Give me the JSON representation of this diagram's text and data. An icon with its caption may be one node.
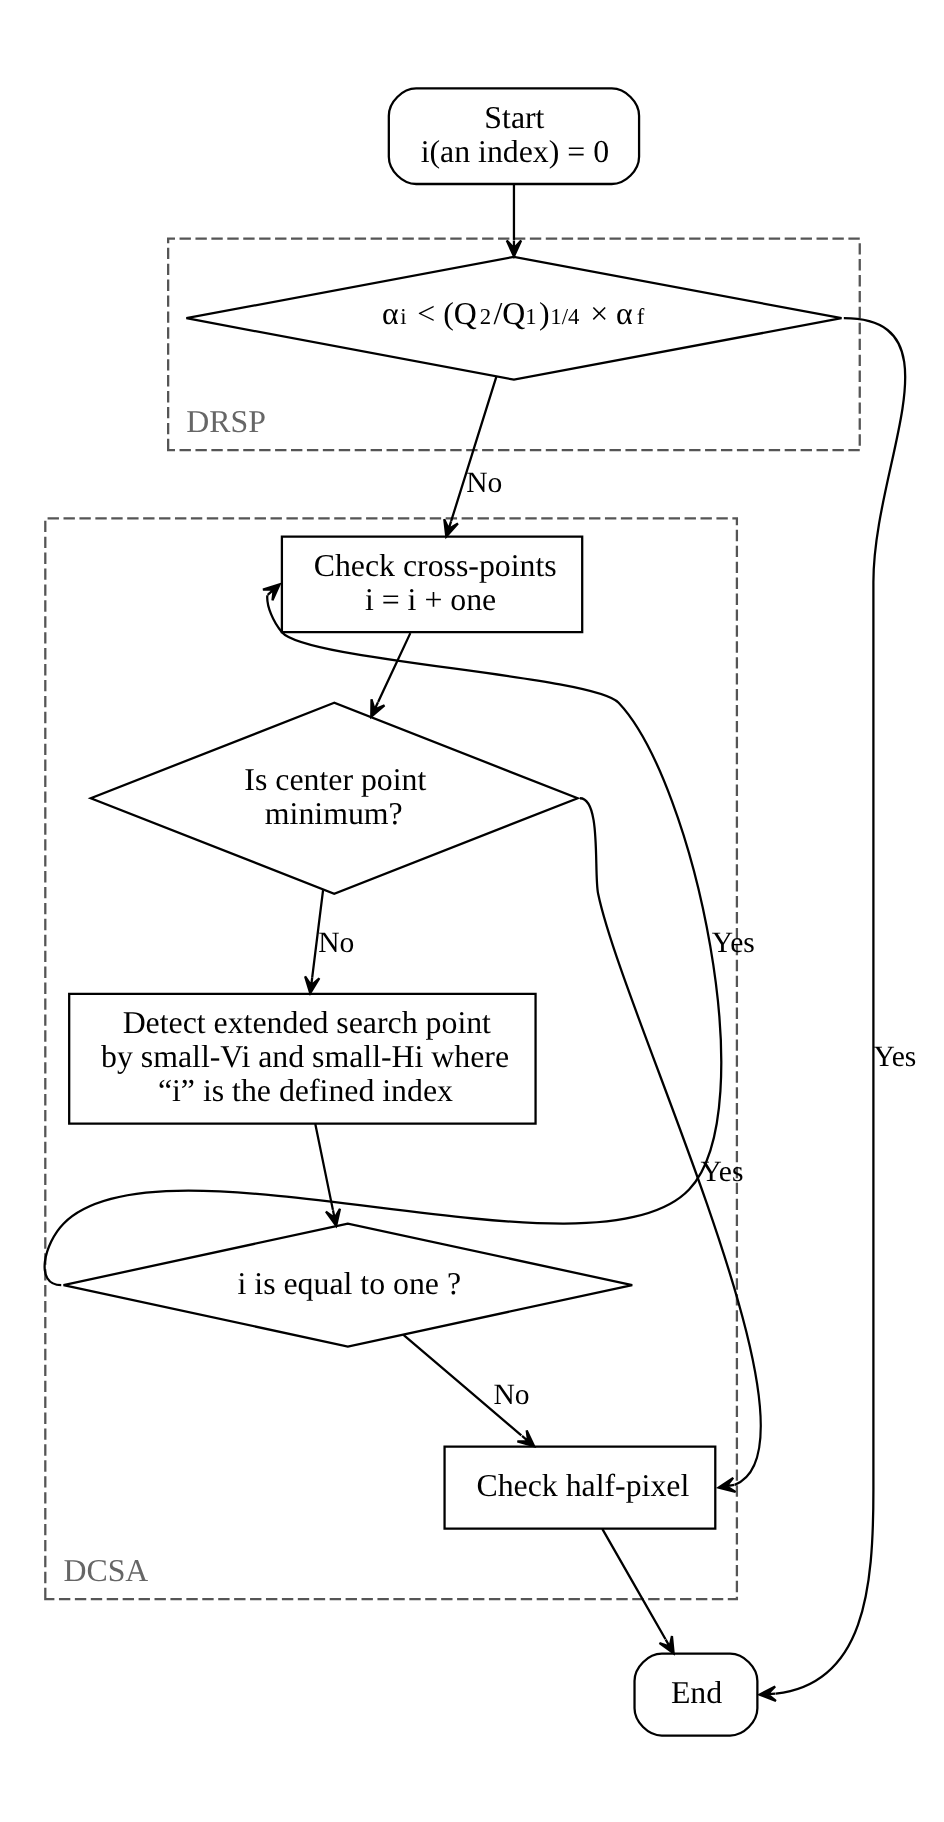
{
  "diagram": {
    "nodes": [
      {
        "text": [
          "Start",
          "i(an index) = 0"
        ]
      },
      {
        "text": [
          "DRSP"
        ]
      },
      {
        "text": [
          "α$_{i}$ < (Q$_{2}$/Q$_{1}$)$^{1/4}$ × α$_{f}$"
        ],
        "in": 1
      },
      {
        "text": [
          "DCSA"
        ]
      },
      {
        "text": [
          "Check cross-points i = i + one"
        ],
        "in": 3
      },
      {
        "text": [
          "Is center point minimum?"
        ],
        "in": 3
      },
      {
        "text": [
          "Detect extended search point by small-Vi and small-Hi where “i” is the defined index"
        ],
        "in": 3
      },
      {
        "text": [
          "i is equal to one ?"
        ],
        "in": 3
      },
      {
        "text": [
          "Check half-pixel"
        ],
        "in": 3
      },
      {
        "text": [
          "End"
        ]
      }
    ],
    "edges": [
      {
        "from": 0,
        "to": 2,
        "arrow": "to"
      },
      {
        "from": 2,
        "to": 4,
        "arrow": "to",
        "label": "No"
      },
      {
        "from": 2,
        "to": 9,
        "arrow": "to",
        "label": "Yes"
      },
      {
        "from": 4,
        "to": 5,
        "arrow": "to"
      },
      {
        "from": 5,
        "to": 6,
        "arrow": "to",
        "label": "No"
      },
      {
        "from": 5,
        "to": 8,
        "arrow": "to",
        "label": "Yes"
      },
      {
        "from": 6,
        "to": 7,
        "arrow": "to"
      },
      {
        "from": 7,
        "to": 4,
        "arrow": "to",
        "label": "Yes"
      },
      {
        "from": 7,
        "to": 8,
        "arrow": "to",
        "label": "No"
      },
      {
        "from": 8,
        "to": 9,
        "arrow": "to"
      }
    ]
  }
}
